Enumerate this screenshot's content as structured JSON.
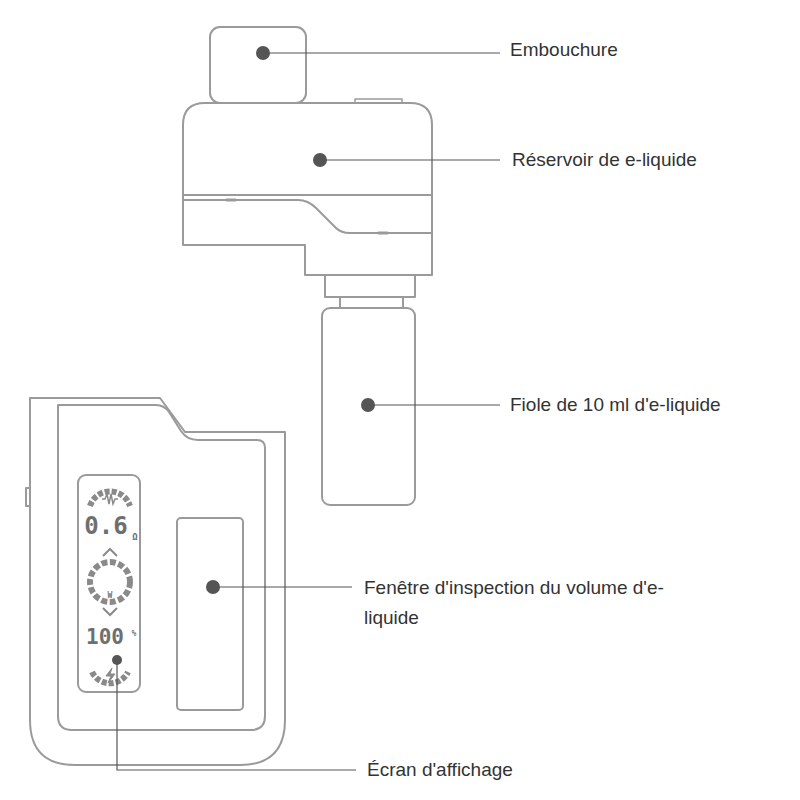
{
  "diagram": {
    "labels": [
      "Embouchure",
      "Réservoir de e-liquide",
      "Fiole de 10 ml d'e-liquide",
      "Fenêtre d'inspection du volume d'e-liquide",
      "Écran d'affichage",
      "0.6",
      "Ω",
      "100",
      "%",
      "W"
    ]
  }
}
